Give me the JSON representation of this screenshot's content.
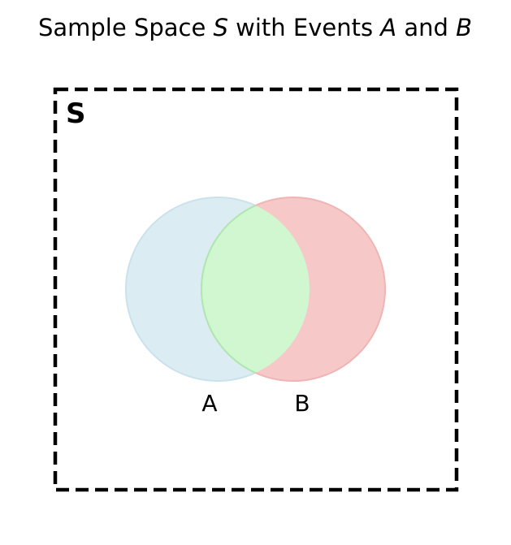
{
  "title": {
    "prefix": "Sample Space ",
    "sample_space_symbol": "S",
    "middle": " with Events ",
    "event_a_symbol": "A",
    "conjunction": " and ",
    "event_b_symbol": "B"
  },
  "sample_space": {
    "label": "S",
    "border_color": "#000000",
    "border_style": "dashed"
  },
  "events": {
    "a": {
      "label": "A",
      "fill_color": "#dcecf3",
      "stroke_color": "#c9e2ec"
    },
    "b": {
      "label": "B",
      "fill_color": "#f7c8c8",
      "stroke_color": "#efb4b4"
    },
    "intersection": {
      "fill_color": "#d0f7d0",
      "stroke_color": "#aee8ae"
    }
  }
}
